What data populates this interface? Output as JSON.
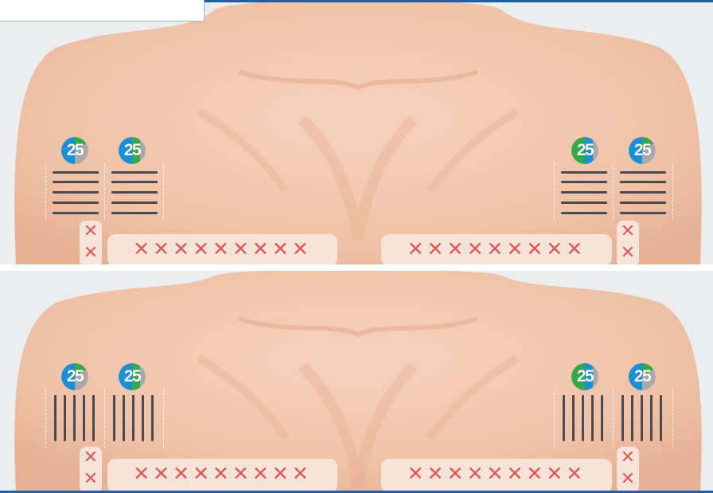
{
  "panels": [
    {
      "name": "horizontal-pattern",
      "orientation": "horizontal",
      "badges": [
        {
          "label": "25"
        },
        {
          "label": "25"
        },
        {
          "label": "25"
        },
        {
          "label": "25"
        }
      ],
      "x_marks_bar": "XXXXXXXXX",
      "x_marks_column": "XX"
    },
    {
      "name": "vertical-pattern",
      "orientation": "vertical",
      "badges": [
        {
          "label": "25"
        },
        {
          "label": "25"
        },
        {
          "label": "25"
        },
        {
          "label": "25"
        }
      ],
      "x_marks_bar": "XXXXXXXXX",
      "x_marks_column": "XX"
    }
  ],
  "colors": {
    "skin": "#f0c3a8",
    "skin_shadow": "#e2a88c",
    "background": "#ecedef",
    "accent_blue": "#1f5fa8",
    "badge_blue": "#1b8fd6",
    "badge_green": "#37a84a",
    "badge_gray": "#a9a9ab",
    "line_color": "#4a4b52",
    "x_color": "#e05a55",
    "x_bg": "#f6e3da"
  }
}
